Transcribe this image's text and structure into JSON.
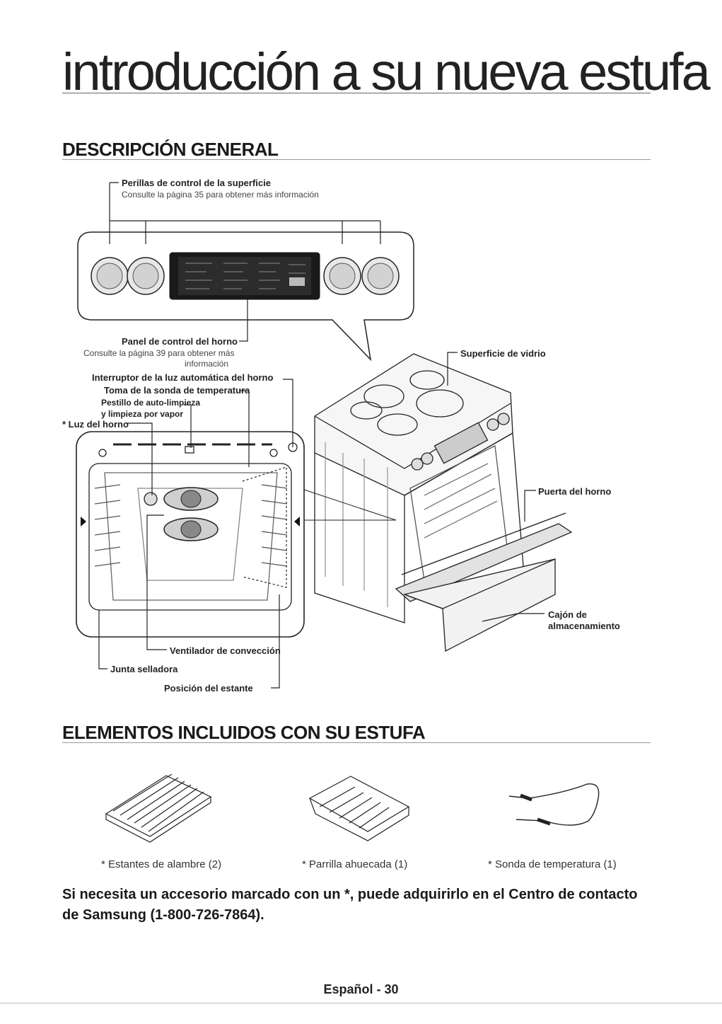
{
  "header": {
    "title": "introducción a su nueva estufa"
  },
  "overview": {
    "heading": "DESCRIPCIÓN GENERAL",
    "labels": {
      "surface_knobs": "Perillas de control de la superficie",
      "surface_knobs_note": "Consulte la página 35 para obtener más información",
      "oven_panel": "Panel de control del horno",
      "oven_panel_note_1": "Consulte la página 39 para obtener más",
      "oven_panel_note_2": "información",
      "light_switch": "Interruptor de la luz automática del horno",
      "probe_jack": "Toma de la sonda de temperatura",
      "latch_1": "Pestillo de auto-limpieza",
      "latch_2": "y limpieza por vapor",
      "oven_light": "* Luz del horno",
      "glass_surface": "Superficie de vidrio",
      "oven_door": "Puerta del horno",
      "drawer_1": "Cajón de",
      "drawer_2": "almacenamiento",
      "convection_fan": "Ventilador de convección",
      "gasket": "Junta selladora",
      "rack_position": "Posición del estante"
    }
  },
  "included": {
    "heading": "ELEMENTOS INCLUIDOS CON SU ESTUFA",
    "items": [
      {
        "caption": "* Estantes de alambre (2)",
        "icon": "wire-rack-icon"
      },
      {
        "caption": "* Parrilla ahuecada (1)",
        "icon": "recessed-rack-icon"
      },
      {
        "caption": "* Sonda de temperatura (1)",
        "icon": "temperature-probe-icon"
      }
    ]
  },
  "note": "Si necesita un accesorio marcado con un *, puede adquirirlo en el Centro de contacto de Samsung (1-800-726-7864).",
  "footer": {
    "page": "Español - 30"
  }
}
